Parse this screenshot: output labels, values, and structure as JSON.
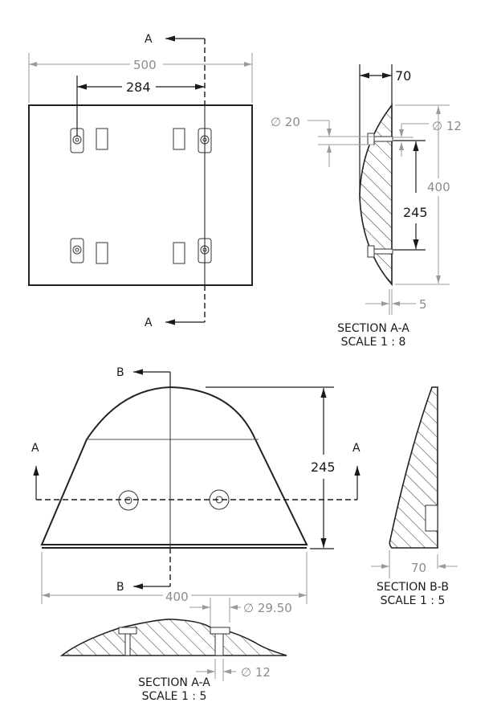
{
  "drawing": {
    "type": "engineering-drawing",
    "subject": "rubber speed bump segment",
    "colors": {
      "line_dark": "#1a1a1a",
      "dimension_gray": "#8c8c8c",
      "background": "#ffffff"
    }
  },
  "top_view": {
    "cut_label_top": "A",
    "cut_label_bottom": "A",
    "dimensions": {
      "overall_width": "500",
      "hole_offset": "284"
    }
  },
  "section_a_a_scale8": {
    "title": "SECTION A-A",
    "scale": "SCALE 1 : 8",
    "dimensions": {
      "thickness": "70",
      "counterbore_dia": "∅ 20",
      "hole_dia": "∅ 12",
      "overall_length": "400",
      "hole_spacing": "245",
      "edge_thickness": "5"
    }
  },
  "front_view": {
    "cut_label_b_top": "B",
    "cut_label_b_bottom": "B",
    "cut_label_a_left": "A",
    "cut_label_a_right": "A",
    "dimensions": {
      "height": "245",
      "base_width": "400"
    }
  },
  "section_b_b": {
    "title": "SECTION B-B",
    "scale": "SCALE 1 : 5",
    "dimensions": {
      "thickness": "70"
    }
  },
  "section_a_a_scale5": {
    "title": "SECTION A-A",
    "scale": "SCALE 1 : 5",
    "dimensions": {
      "counterbore_dia": "∅ 29.50",
      "hole_dia": "∅ 12"
    }
  }
}
